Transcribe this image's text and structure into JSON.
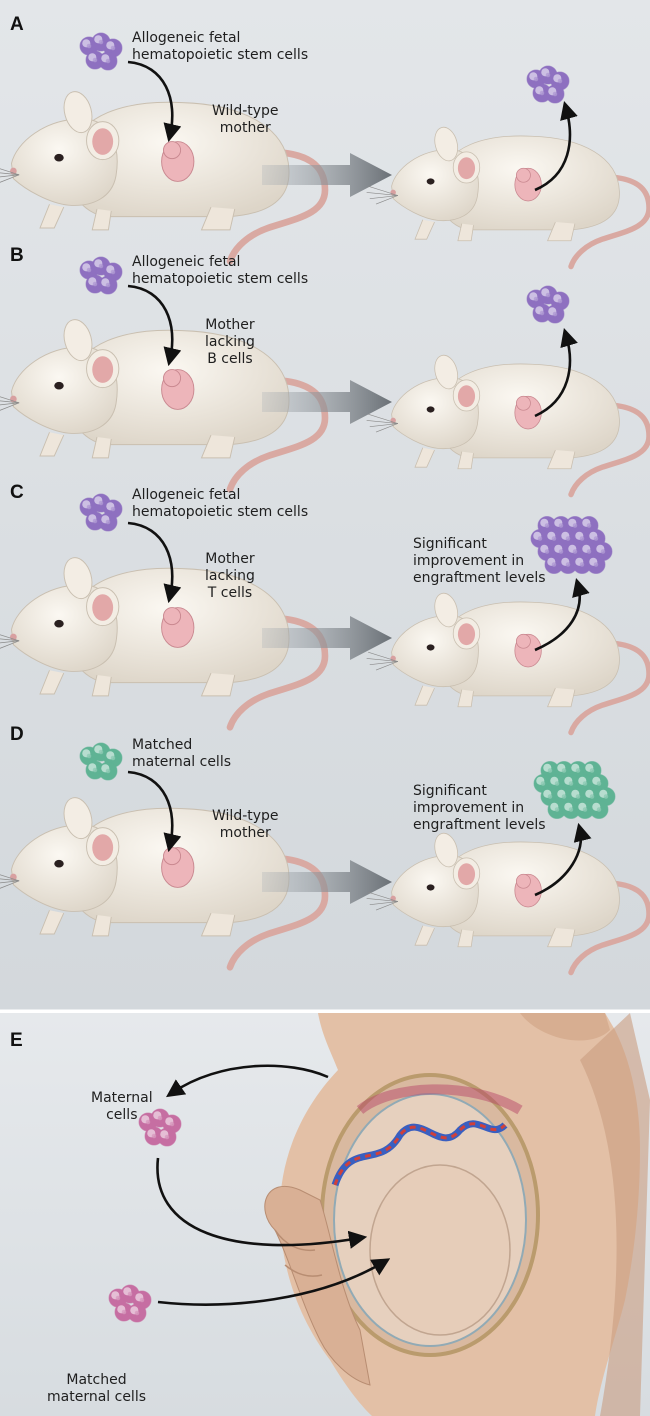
{
  "panels": [
    {
      "letter": "A",
      "cells_label": "Allogeneic fetal\nhematopoietic stem cells",
      "mother_label": "Wild-type\nmother",
      "result_label": "",
      "cell_color": "#8e70c0",
      "result": "small"
    },
    {
      "letter": "B",
      "cells_label": "Allogeneic fetal\nhematopoietic stem cells",
      "mother_label": "Mother\nlacking\nB cells",
      "result_label": "",
      "cell_color": "#8e70c0",
      "result": "small"
    },
    {
      "letter": "C",
      "cells_label": "Allogeneic fetal\nhematopoietic stem cells",
      "mother_label": "Mother\nlacking\nT cells",
      "result_label": "Significant\nimprovement in\nengraftment levels",
      "cell_color": "#8e70c0",
      "result": "large"
    },
    {
      "letter": "D",
      "cells_label": "Matched\nmaternal cells",
      "mother_label": "Wild-type\nmother",
      "result_label": "Significant\nimprovement in\nengraftment levels",
      "cell_color": "#5fb394",
      "result": "large"
    }
  ],
  "panel_e": {
    "letter": "E",
    "maternal_label": "Maternal\ncells",
    "matched_label": "Matched\nmaternal cells",
    "cell_color": "#c66ea2"
  },
  "colors": {
    "panel_bg": "#dfe3e6",
    "mouse_body": "#efe9df",
    "ear_inner": "#e2a8a8",
    "fetus": "#edb5ba",
    "skin": "#e5bfa5",
    "arrow": "#6f747a"
  }
}
